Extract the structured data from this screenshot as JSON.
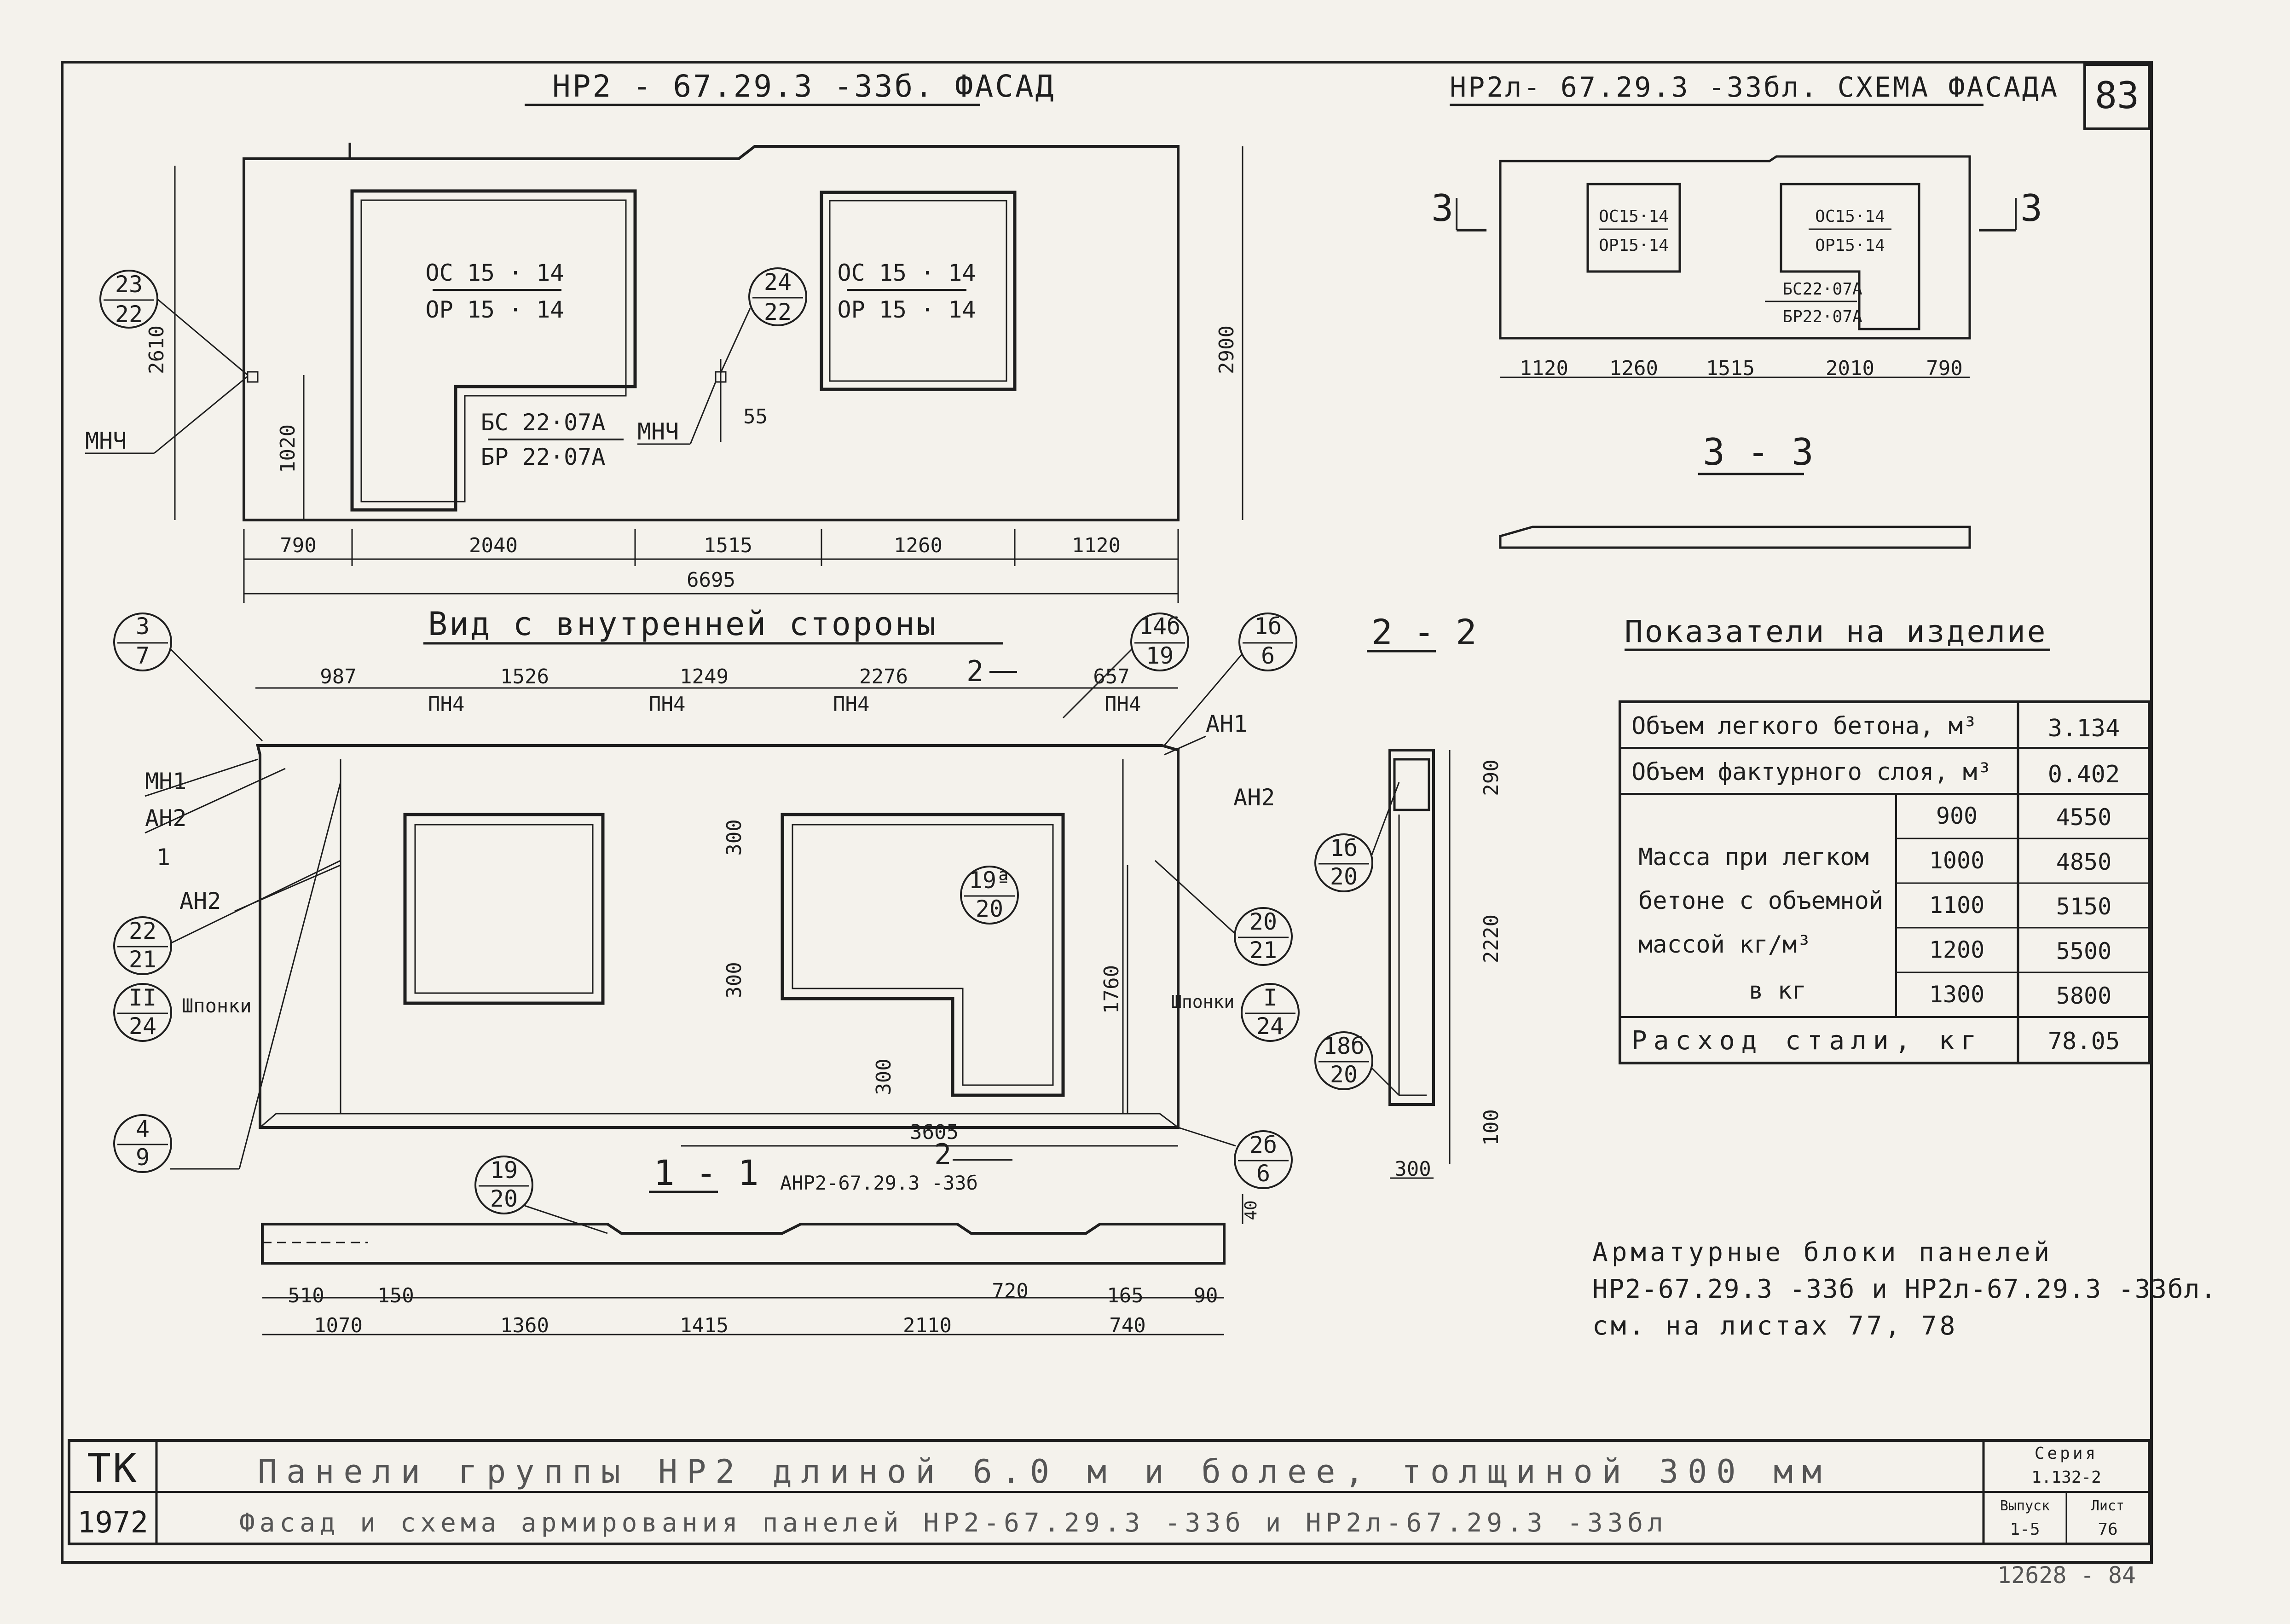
{
  "sheet": {
    "number": "83",
    "footer_code": "12628 - 84",
    "stamp_org": "ТК",
    "stamp_year": "1972"
  },
  "facade": {
    "title": "НР2 - 67.29.3 -33б. ФАСАД",
    "opening_left_top": "ОС 15 · 14",
    "opening_left_bottom": "ОР 15 · 14",
    "opening_right_top": "ОС 15 · 14",
    "opening_right_bottom": "ОР 15 · 14",
    "door_top": "БС 22·07А",
    "door_bottom": "БР 22·07А",
    "mnch_left": "МНЧ",
    "mnch_mid": "МНЧ",
    "callout_left_top": "23",
    "callout_left_bottom": "22",
    "callout_mid_top": "24",
    "callout_mid_bottom": "22",
    "dim_55": "55",
    "dims_bottom": [
      "790",
      "2040",
      "1515",
      "1260",
      "1120"
    ],
    "dim_total": "6695",
    "dim_left_height": "2610",
    "dim_left_lower": "1020",
    "dim_right_height": "2900"
  },
  "scheme": {
    "title": "НР2л- 67.29.3 -33бл. СХЕМА ФАСАДА",
    "win1_top": "ОС15·14",
    "win1_bottom": "ОР15·14",
    "win2_top": "ОС15·14",
    "win2_bottom": "ОР15·14",
    "door_top": "БС22·07А",
    "door_bottom": "БР22·07А",
    "section_mark": "3",
    "dims": [
      "1120",
      "1260",
      "1515",
      "2010",
      "790"
    ],
    "section_title": "3 - 3"
  },
  "inner": {
    "title": "Вид с внутренней стороны",
    "top_dims": [
      "987",
      "1526",
      "1249",
      "2276",
      "657"
    ],
    "pn_labels": [
      "ПН4",
      "ПН4",
      "ПН4",
      "ПН4"
    ],
    "cut_mark": "2",
    "labels": {
      "mn1": "МН1",
      "an2_a": "АН2",
      "an2_b": "АН2",
      "an1": "АН1",
      "an2_r": "АН2",
      "shponki_l": "Шпонки",
      "shponki_r": "Шпонки",
      "cut1": "1"
    },
    "callouts": [
      {
        "top": "3",
        "bottom": "7"
      },
      {
        "top": "22",
        "bottom": "21"
      },
      {
        "top": "II",
        "bottom": "24"
      },
      {
        "top": "4",
        "bottom": "9"
      },
      {
        "top": "14б",
        "bottom": "19"
      },
      {
        "top": "1б",
        "bottom": "6"
      },
      {
        "top": "19ª",
        "bottom": "20"
      },
      {
        "top": "20",
        "bottom": "21"
      },
      {
        "top": "I",
        "bottom": "24"
      },
      {
        "top": "2б",
        "bottom": "6"
      }
    ],
    "dim_300_a": "300",
    "dim_300_b": "300",
    "dim_300_c": "300",
    "dim_1760": "1760",
    "dim_3605": "3605"
  },
  "section11": {
    "title": "1 - 1",
    "mark": "АНР2-67.29.3 -33б",
    "callout_top": "19",
    "callout_bottom": "20",
    "cut_mark": "2",
    "dim_40": "40",
    "dims_row1": [
      "510",
      "150",
      "720",
      "165",
      "90"
    ],
    "dims_row2": [
      "1070",
      "1360",
      "1415",
      "2110",
      "740"
    ]
  },
  "section22": {
    "title": "2 - 2",
    "callout_a_top": "1б",
    "callout_a_bottom": "20",
    "callout_b_top": "18б",
    "callout_b_bottom": "20",
    "dims": [
      "290",
      "2220",
      "100"
    ],
    "dim_width": "300"
  },
  "indicators": {
    "title": "Показатели на изделие",
    "rows": [
      {
        "label": "Объем легкого бетона, м³",
        "value": "3.134"
      },
      {
        "label": "Объем фактурного слоя, м³",
        "value": "0.402"
      }
    ],
    "mass_label": [
      "Масса при легком",
      "бетоне с объемной",
      "массой  кг/м³",
      "в  кг"
    ],
    "mass_rows": [
      {
        "density": "900",
        "mass": "4550"
      },
      {
        "density": "1000",
        "mass": "4850"
      },
      {
        "density": "1100",
        "mass": "5150"
      },
      {
        "density": "1200",
        "mass": "5500"
      },
      {
        "density": "1300",
        "mass": "5800"
      }
    ],
    "steel_label": "Расход стали, кг",
    "steel_value": "78.05"
  },
  "note": {
    "line1": "Арматурные блоки панелей",
    "line2": "НР2-67.29.3 -33б и НР2л-67.29.3 -33бл.",
    "line3": "см. на листах 77, 78"
  },
  "title_block": {
    "line1": "Панели группы НР2 длиной 6.0 м и более, толщиной 300 мм",
    "line2": "Фасад и схема армирования панелей  НР2-67.29.3 -33б  и  НР2л-67.29.3 -33бл",
    "series_label": "Серия",
    "series_value": "1.132-2",
    "issue_label": "Выпуск",
    "issue_value": "1-5",
    "sheet_label": "Лист",
    "sheet_value": "76"
  }
}
